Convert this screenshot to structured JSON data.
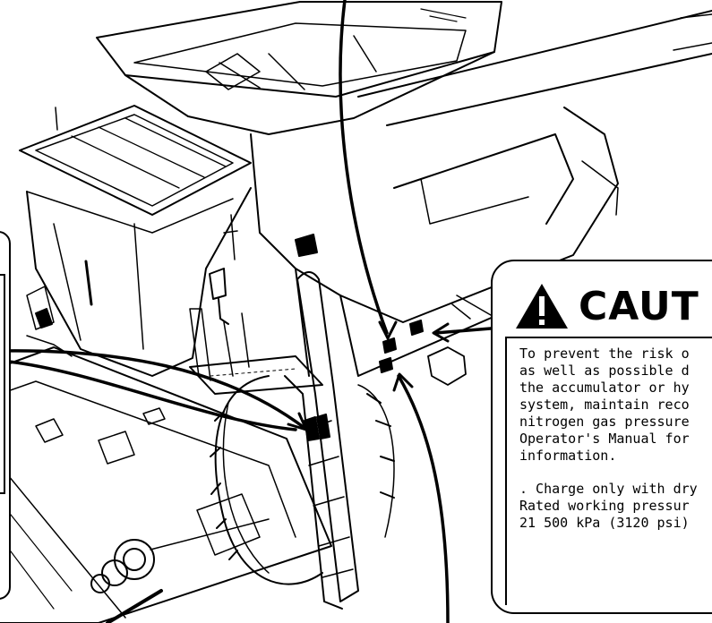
{
  "caution_decal": {
    "heading": "CAUT",
    "warning_lines": [
      "To prevent the risk o",
      "as well as possible d",
      "the accumulator or hy",
      "system, maintain reco",
      "nitrogen gas pressure",
      "Operator's Manual for",
      "information."
    ],
    "charge_lines": [
      ". Charge only with dry",
      "Rated working pressur",
      "21 500 kPa (3120 psi)"
    ]
  }
}
